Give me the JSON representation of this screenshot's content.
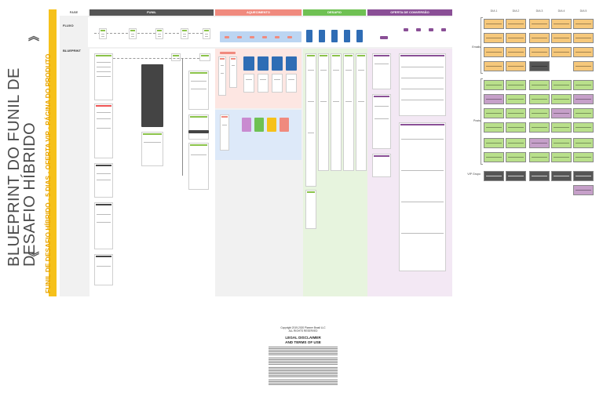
{
  "title": {
    "line1": "BLUEPRINT DO FUNIL DE",
    "line2": "DESAFIO HÍBRIDO",
    "subtitle": "FUNIL DE DESAFIO HÍBRIDO - 5 DIAS - OFERTA VIP - PÁGINA DO PRODUTO",
    "chevron_top": "︽",
    "chevron_bottom": "︾"
  },
  "board": {
    "headers": {
      "fase": "FASE",
      "funil": "FUNIL",
      "aquecimento": "AQUECIMENTO",
      "desafio": "DESAFIO",
      "oferta": "OFERTA DE CONVERSÃO"
    },
    "rows": {
      "fluxo": "FLUXO",
      "blueprint": "BLUEPRINT"
    }
  },
  "legend": {
    "columns": [
      "DIA 1",
      "DIA 2",
      "DIA 3",
      "DIA 4",
      "DIA 5"
    ],
    "rows": [
      "Emails",
      "Posts",
      "VIP Grupo"
    ]
  },
  "legal": {
    "copyright_1": "Copyright 2019-2020 Planner Brasil LLC",
    "copyright_2": "ALL RIGHTS RESERVED",
    "heading_1": "LEGAL DISCLAIMER",
    "heading_2": "AND TERMS OF USE"
  },
  "colors": {
    "funil": "#555555",
    "aquecimento": "#f08a7e",
    "desafio": "#6fc153",
    "oferta": "#8a4f96",
    "accent_yellow": "#f6c11a"
  }
}
